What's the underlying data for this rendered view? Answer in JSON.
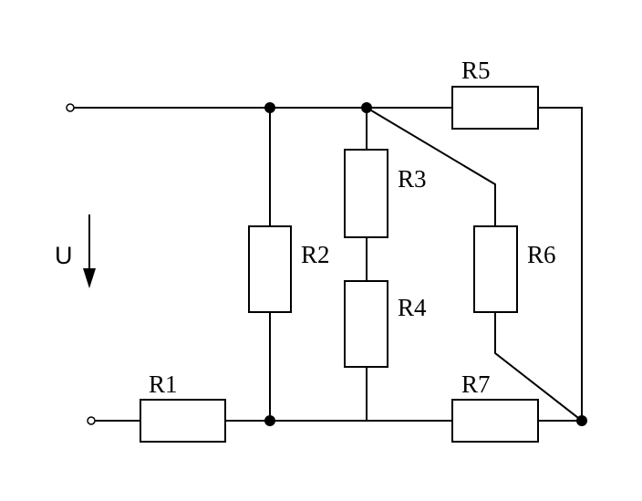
{
  "diagram": {
    "voltage_label": "U",
    "resistors": {
      "r1": "R1",
      "r2": "R2",
      "r3": "R3",
      "r4": "R4",
      "r5": "R5",
      "r6": "R6",
      "r7": "R7"
    }
  }
}
